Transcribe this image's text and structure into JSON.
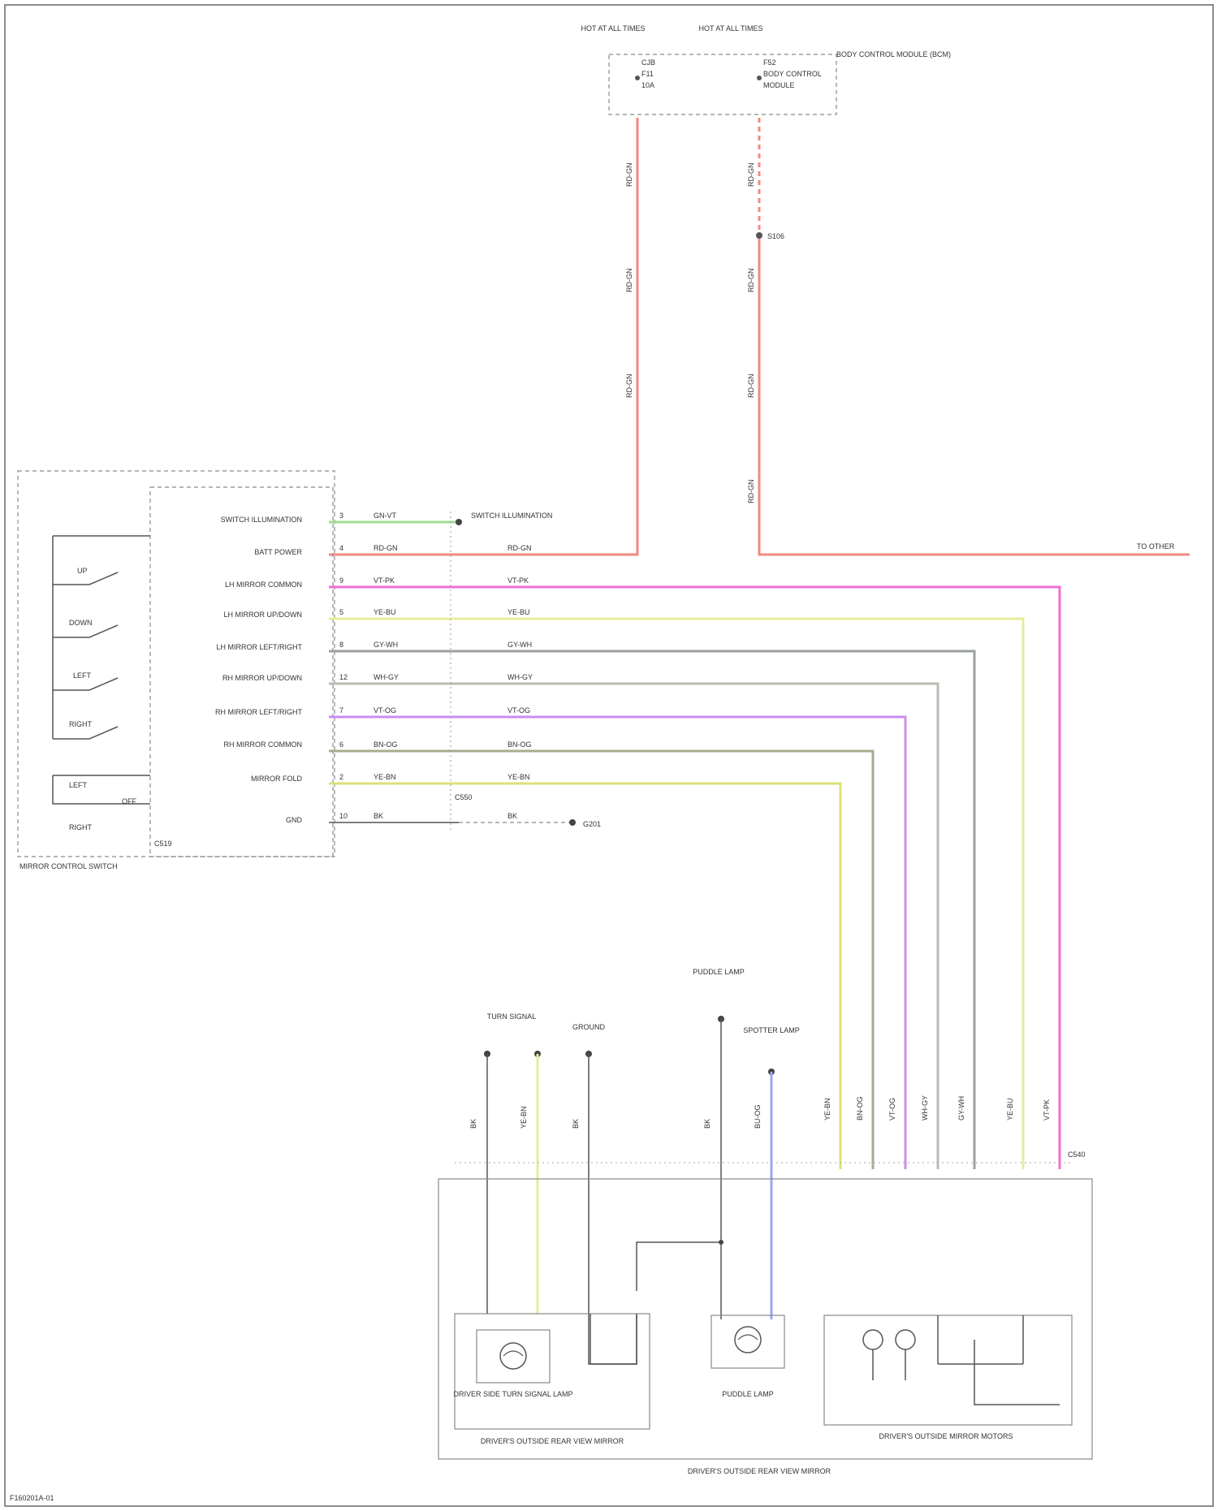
{
  "diagram": {
    "title": "DRIVER'S OUTSIDE REAR VIEW MIRROR",
    "corner_code": "F160201A-01",
    "colors": {
      "battery_feed": "#f08a80",
      "pink": "#ee6fd4",
      "green": "#9fdb8f",
      "light_yellow": "#e8ec9a",
      "yellow": "#dde07a",
      "gray": "#9aa09a",
      "gray_light": "#b8bcb0",
      "violet": "#c98ef0",
      "olive": "#a6ad8e",
      "blue": "#9fa6ee",
      "ground": "#666666"
    },
    "fuses": [
      {
        "id": "fuse-a",
        "top": "HOT AT ALL TIMES",
        "lines": [
          "CJB",
          "F11",
          "10A"
        ]
      },
      {
        "id": "fuse-b",
        "top": "HOT AT ALL TIMES",
        "lines": [
          "F52",
          "BODY CONTROL",
          "MODULE"
        ]
      }
    ],
    "fuse_box_label": "BODY CONTROL MODULE (BCM)",
    "splice": "S106",
    "right_destination": "TO OTHER",
    "switch": {
      "name": "MIRROR CONTROL SWITCH",
      "connector": "C519",
      "positions": [
        "UP",
        "DOWN",
        "LEFT",
        "RIGHT"
      ],
      "select": [
        "LEFT",
        "OFF",
        "RIGHT"
      ],
      "pins": [
        {
          "num": "3",
          "label": "SWITCH ILLUMINATION",
          "wire": "GN-VT"
        },
        {
          "num": "4",
          "label": "BATT POWER",
          "wire": "RD-GN"
        },
        {
          "num": "9",
          "label": "LH MIRROR COMMON",
          "wire": "VT-PK"
        },
        {
          "num": "5",
          "label": "LH MIRROR UP/DOWN",
          "wire": "YE-BU"
        },
        {
          "num": "8",
          "label": "LH MIRROR LEFT/RIGHT",
          "wire": "GY-WH"
        },
        {
          "num": "12",
          "label": "RH MIRROR UP/DOWN",
          "wire": "WH-GY"
        },
        {
          "num": "7",
          "label": "RH MIRROR LEFT/RIGHT",
          "wire": "VT-OG"
        },
        {
          "num": "6",
          "label": "RH MIRROR COMMON",
          "wire": "BN-OG"
        },
        {
          "num": "2",
          "label": "MIRROR FOLD",
          "wire": "YE-BN"
        },
        {
          "num": "10",
          "label": "GND",
          "wire": "BK"
        }
      ],
      "aux_label": "SWITCH ILLUMINATION",
      "gnd_label": "G201"
    },
    "inline": {
      "connector": "C550",
      "wires": [
        "RD-GN",
        "VT-PK",
        "YE-BU",
        "GY-WH",
        "WH-GY",
        "VT-OG",
        "BN-OG",
        "YE-BN",
        "BK"
      ],
      "ground_ref": "G201"
    },
    "bottom_sources": [
      {
        "label": "TURN SIGNAL",
        "wire_a": "BK",
        "wire_b": "YE-BN"
      },
      {
        "label": "GROUND",
        "wire_a": "BK"
      },
      {
        "label": "PUDDLE LAMP",
        "wire_a": "BK"
      },
      {
        "label": "SPOTTER LAMP",
        "wire_a": "BU-OG"
      }
    ],
    "mirror": {
      "assembly_label": "DRIVER'S OUTSIDE REAR VIEW MIRROR",
      "c_connector": "C540",
      "comp_left": "DRIVER SIDE TURN SIGNAL LAMP",
      "comp_left_sub": "DRIVER'S OUTSIDE REAR VIEW MIRROR",
      "comp_mid": "PUDDLE LAMP",
      "comp_right": "DRIVER'S OUTSIDE MIRROR MOTORS",
      "wire_tags": [
        "YE-BN",
        "BN-OG",
        "VT-OG",
        "WH-GY",
        "GY-WH",
        "YE-BU",
        "VT-PK"
      ]
    }
  }
}
